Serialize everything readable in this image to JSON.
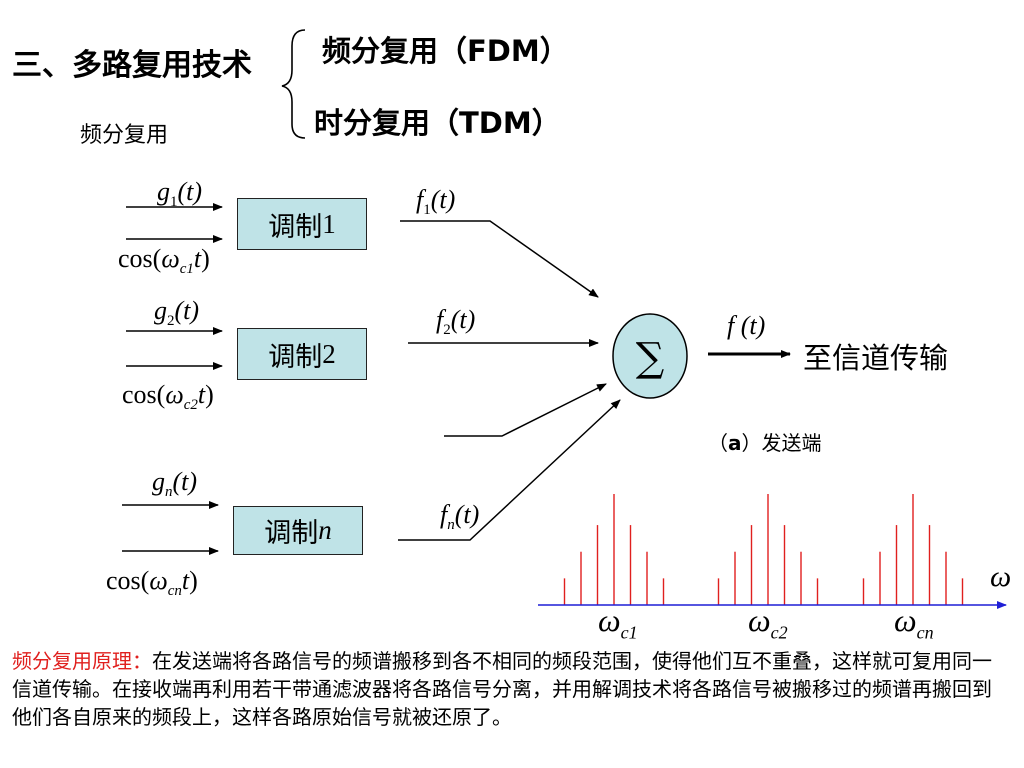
{
  "header": {
    "title": "三、多路复用技术",
    "branch_1": "频分复用（FDM）",
    "branch_2": "时分复用（TDM）",
    "subtitle": "频分复用"
  },
  "modulators": [
    {
      "label_prefix": "调制",
      "label_index": "1",
      "input_main": "g",
      "input_main_sub": "1",
      "input_main_arg": "(t)",
      "carrier_fn": "cos(",
      "carrier_var": "ω",
      "carrier_sub": "c1",
      "carrier_t": "t",
      "carrier_close": ")",
      "output": "f",
      "output_sub": "1",
      "output_arg": "(t)"
    },
    {
      "label_prefix": "调制",
      "label_index": "2",
      "input_main": "g",
      "input_main_sub": "2",
      "input_main_arg": "(t)",
      "carrier_fn": "cos(",
      "carrier_var": "ω",
      "carrier_sub": "c2",
      "carrier_t": "t",
      "carrier_close": ")",
      "output": "f",
      "output_sub": "2",
      "output_arg": "(t)"
    },
    {
      "label_prefix": "调制",
      "label_index": "n",
      "input_main": "g",
      "input_main_sub": "n",
      "input_main_arg": "(t)",
      "carrier_fn": "cos(",
      "carrier_var": "ω",
      "carrier_sub": "cn",
      "carrier_t": "t",
      "carrier_close": ")",
      "output": "f",
      "output_sub": "n",
      "output_arg": "(t)"
    }
  ],
  "summer": {
    "symbol": "∑",
    "output": "f (t)",
    "destination": "至信道传输",
    "caption_open": "（",
    "caption_bold": "a",
    "caption_rest": "）发送端",
    "fill_color": "#bfe3e7"
  },
  "spectrum": {
    "axis_label": "ω",
    "axis_color": "#1f1fd6",
    "line_color": "#e0201e",
    "carriers": [
      {
        "symbol": "ω",
        "sub": "c1",
        "center": 1,
        "heights": [
          0.24,
          0.48,
          0.72,
          1.0,
          0.72,
          0.48,
          0.24
        ]
      },
      {
        "symbol": "ω",
        "sub": "c2",
        "center": 2,
        "heights": [
          0.24,
          0.48,
          0.72,
          1.0,
          0.72,
          0.48,
          0.24
        ]
      },
      {
        "symbol": "ω",
        "sub": "cn",
        "center": 3,
        "heights": [
          0.24,
          0.48,
          0.72,
          1.0,
          0.72,
          0.48,
          0.24
        ]
      }
    ]
  },
  "principle": {
    "label": "频分复用原理：",
    "text": "在发送端将各路信号的频谱搬移到各不相同的频段范围，使得他们互不重叠，这样就可复用同一信道传输。在接收端再利用若干带通滤波器将各路信号分离，并用解调技术将各路信号被搬移过的频谱再搬回到他们各自原来的频段上，这样各路原始信号就被还原了。",
    "label_color": "#e0201e"
  }
}
